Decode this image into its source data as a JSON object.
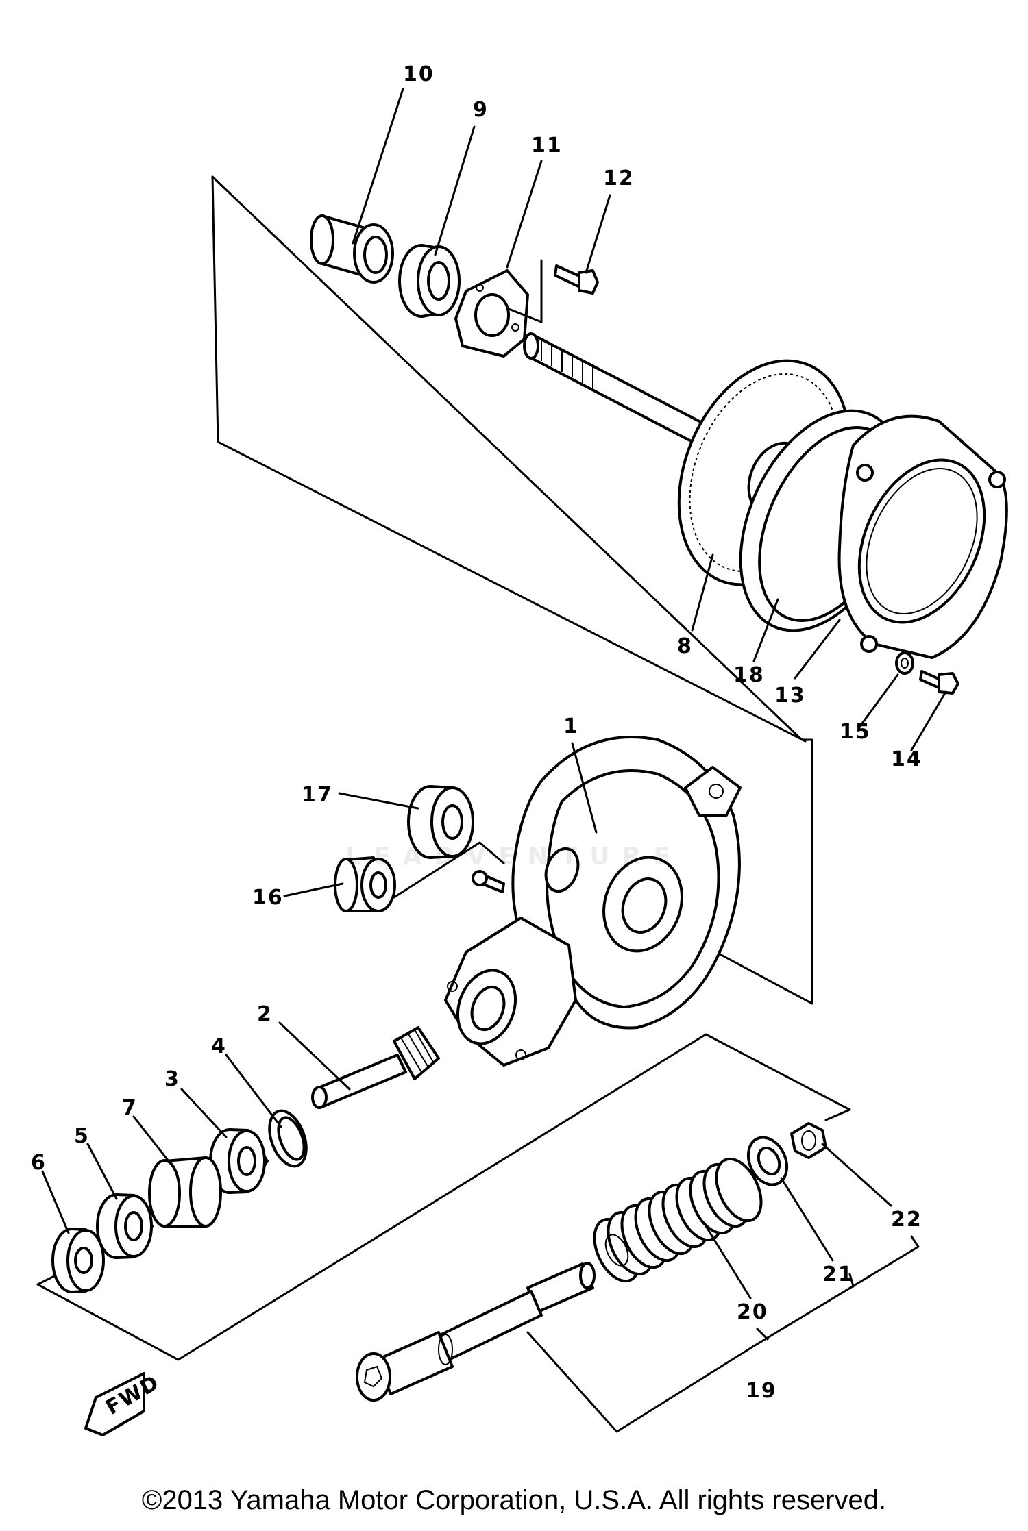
{
  "diagram": {
    "callouts": [
      "1",
      "2",
      "3",
      "4",
      "5",
      "6",
      "7",
      "8",
      "9",
      "10",
      "11",
      "12",
      "13",
      "14",
      "15",
      "16",
      "17",
      "18",
      "19",
      "20",
      "21",
      "22"
    ],
    "fwd_badge": "FWD",
    "watermark_text": "LEADVENTURE"
  },
  "footer": {
    "copyright": "©2013 Yamaha Motor Corporation, U.S.A. All rights reserved."
  }
}
